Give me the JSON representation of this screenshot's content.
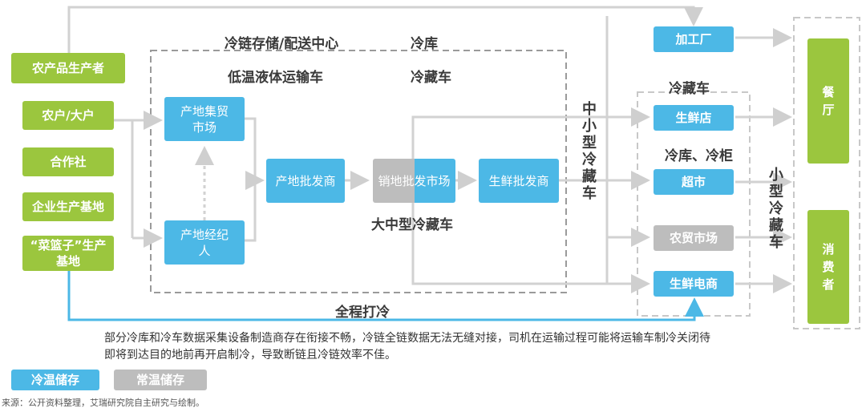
{
  "producers": [
    "农产品生产者",
    "农户/大户",
    "合作社",
    "企业生产基地",
    "“菜篮子”生产基地"
  ],
  "nodes": {
    "origin_market": "产地集贸市场",
    "origin_agent": "产地经纪人",
    "origin_wholesale": "产地批发商",
    "sales_wholesale_a": "销地批",
    "sales_wholesale_b": "发市场",
    "fresh_wholesale": "生鲜批发商",
    "processing": "加工厂",
    "fresh_store": "生鲜店",
    "supermarket": "超市",
    "farmers_market": "农贸市场",
    "fresh_ecommerce": "生鲜电商",
    "restaurant": "餐厅",
    "consumer": "消费者"
  },
  "labels": {
    "cold_center": "冷链存储/配送中心",
    "cold_storage": "冷库",
    "low_temp_truck": "低温液体运输车",
    "refrigerated_truck": "冷藏车",
    "large_truck": "大中型冷藏车",
    "mid_small_truck": "中小型冷藏车",
    "right_truck": "冷藏车",
    "cold_cabinet": "冷库、冷柜",
    "small_truck": "小型冷藏车",
    "full_chain": "全程打冷"
  },
  "note": "部分冷库和冷车数据采集设备制造商存在衔接不畅，冷链全链数据无法无缝对接，司机在运输过程可能将运输车制冷关闭待即将到达目的地前再开启制冷，导致断链且冷链效率不佳。",
  "legend": {
    "cold": "冷温储存",
    "normal": "常温储存"
  },
  "source": "来源：公开资料整理，艾瑞研究院自主研究与绘制。",
  "colors": {
    "green": "#9bc63e",
    "blue": "#4cb8e6",
    "gray": "#bdbdbd",
    "line": "#d0d0d0"
  }
}
